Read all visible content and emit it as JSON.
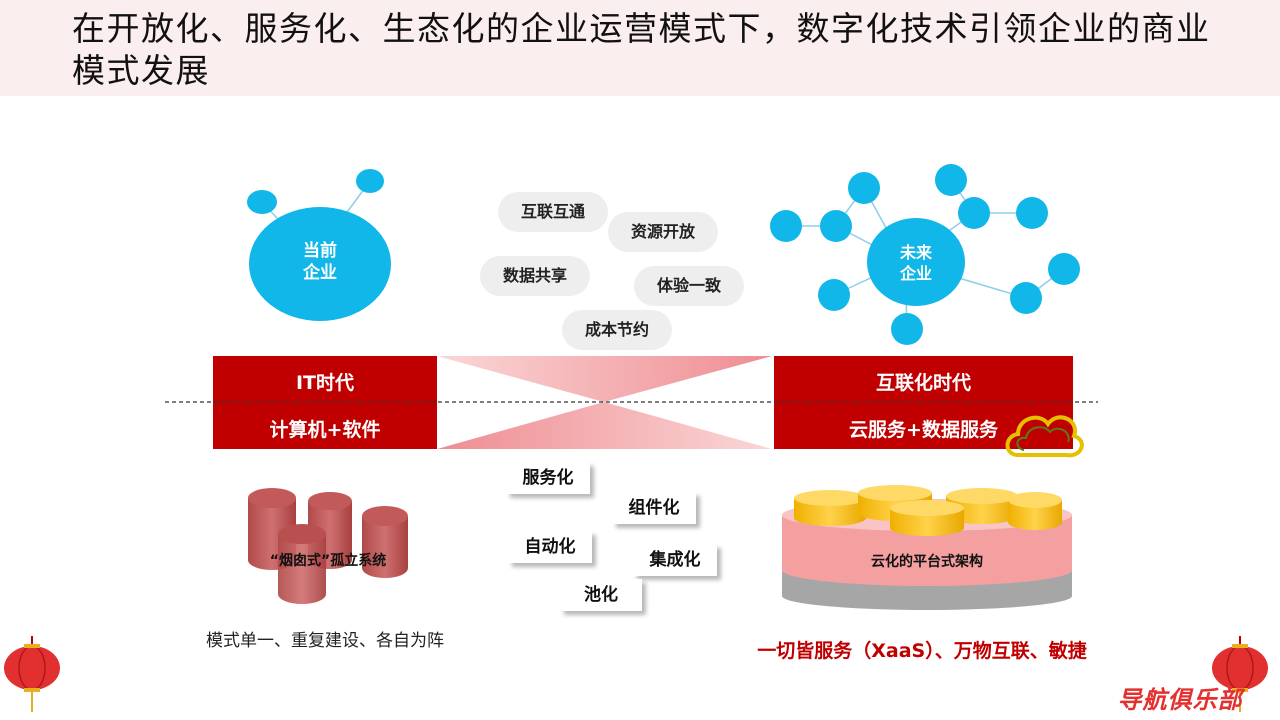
{
  "title": "在开放化、服务化、生态化的企业运营模式下，数字化技术引领企业的商业模式发展",
  "left_node": "当前\n企业",
  "right_node": "未来\n企业",
  "features": [
    "互联互通",
    "资源开放",
    "数据共享",
    "体验一致",
    "成本节约"
  ],
  "left_band": {
    "top": "IT时代",
    "bottom": "计算机+软件"
  },
  "right_band": {
    "top": "互联化时代",
    "bottom": "云服务+数据服务"
  },
  "capabilities": [
    "服务化",
    "组件化",
    "自动化",
    "集成化",
    "池化"
  ],
  "left_system_label": "“烟囱式”孤立系统",
  "left_caption": "模式单一、重复建设、各自为阵",
  "right_platform_label": "云化的平台式架构",
  "right_caption": "一切皆服务（XaaS）、万物互联、敏捷",
  "watermark": "导航俱乐部",
  "colors": {
    "red": "#c00000",
    "cyan": "#12b7ea",
    "title_bg": "#fbeeee",
    "gold": "#ffc000"
  }
}
